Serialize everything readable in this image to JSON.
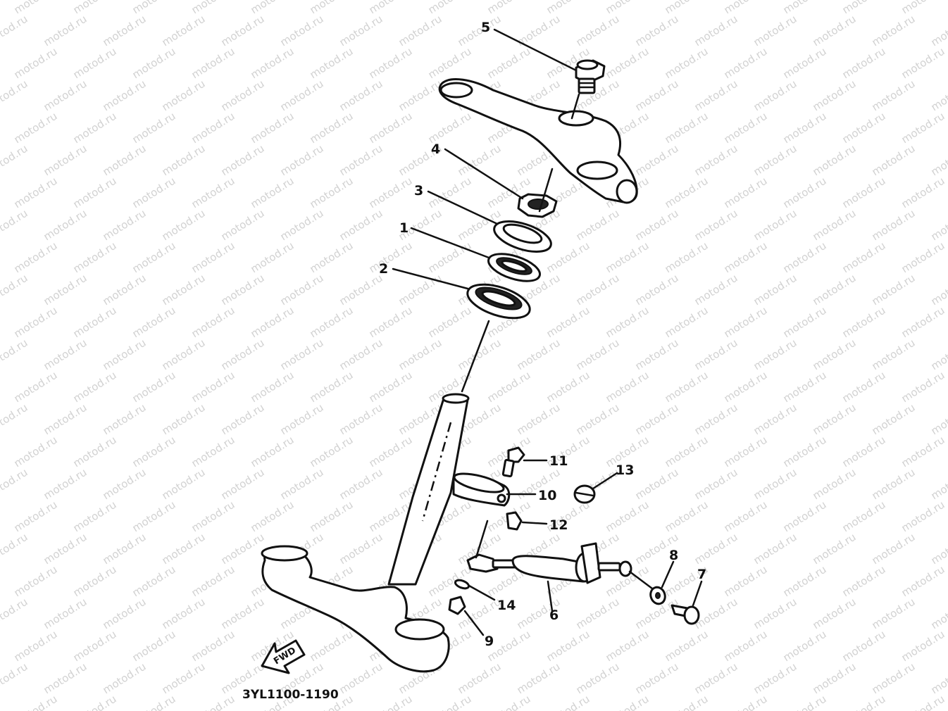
{
  "watermark": {
    "text": "motod.ru",
    "color": "#d2d2d2"
  },
  "diagram_code": "3YL1100-1190",
  "fwd_label": "FWD",
  "callouts": [
    {
      "id": "1",
      "text": "1"
    },
    {
      "id": "2",
      "text": "2"
    },
    {
      "id": "3",
      "text": "3"
    },
    {
      "id": "4",
      "text": "4"
    },
    {
      "id": "5",
      "text": "5"
    },
    {
      "id": "6",
      "text": "6"
    },
    {
      "id": "7",
      "text": "7"
    },
    {
      "id": "8",
      "text": "8"
    },
    {
      "id": "9",
      "text": "9"
    },
    {
      "id": "10",
      "text": "10"
    },
    {
      "id": "11",
      "text": "11"
    },
    {
      "id": "12",
      "text": "12"
    },
    {
      "id": "13",
      "text": "13"
    },
    {
      "id": "14",
      "text": "14"
    }
  ]
}
